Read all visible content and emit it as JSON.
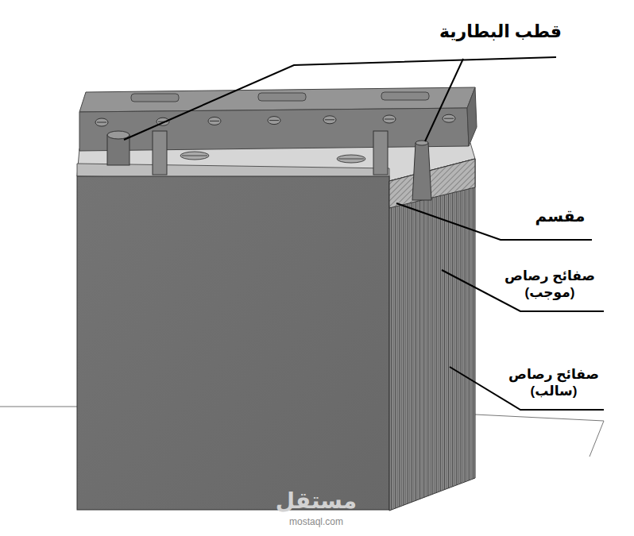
{
  "diagram": {
    "labels": [
      "قطب البطارية",
      "مقسم",
      "صفائح رصاص (موجب)",
      "صفائح رصاص (سالب)",
      "مستقل",
      "mostaql.com"
    ]
  }
}
